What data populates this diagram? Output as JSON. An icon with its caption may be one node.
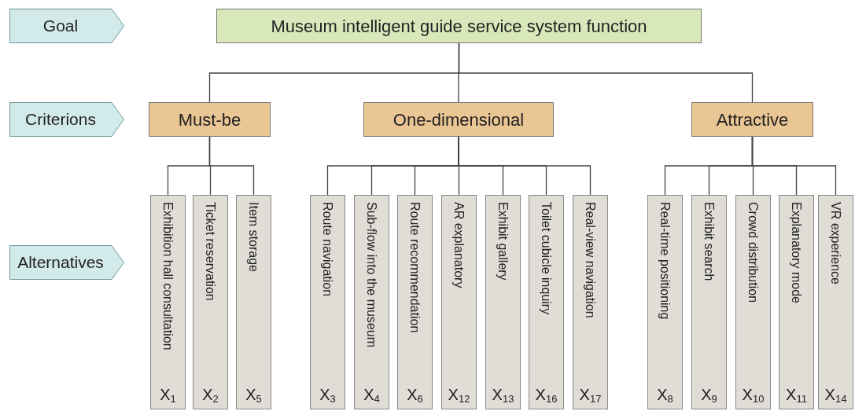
{
  "diagram": {
    "nodes": [
      {
        "text": [
          "Goal"
        ]
      },
      {
        "text": [
          "Criterions"
        ]
      },
      {
        "text": [
          "Alternatives"
        ]
      },
      {
        "text": [
          "Museum intelligent guide service system function"
        ]
      },
      {
        "text": [
          "Must-be"
        ]
      },
      {
        "text": [
          "One-dimensional"
        ]
      },
      {
        "text": [
          "Attractive"
        ]
      },
      {
        "text": [
          "Exhibition hall consultation",
          "X$_{1}$"
        ]
      },
      {
        "text": [
          "Ticket reservation",
          "X$_{2}$"
        ]
      },
      {
        "text": [
          "Item storage",
          "X$_{5}$"
        ]
      },
      {
        "text": [
          "Route navigation",
          "X$_{3}$"
        ]
      },
      {
        "text": [
          "Sub-flow into the museum",
          "X$_{4}$"
        ]
      },
      {
        "text": [
          "Route recommendation",
          "X$_{6}$"
        ]
      },
      {
        "text": [
          "AR explanatory",
          "X$_{12}$"
        ]
      },
      {
        "text": [
          "Exhibit gallery",
          "X$_{13}$"
        ]
      },
      {
        "text": [
          "Toilet cubicle inquiry",
          "X$_{16}$"
        ]
      },
      {
        "text": [
          "Real-view navigation",
          "X$_{17}$"
        ]
      },
      {
        "text": [
          "Real-time positioning",
          "X$_{8}$"
        ]
      },
      {
        "text": [
          "Exhibit search",
          "X$_{9}$"
        ]
      },
      {
        "text": [
          "Crowd distribution",
          "X$_{10}$"
        ]
      },
      {
        "text": [
          "Explanatory mode",
          "X$_{11}$"
        ]
      },
      {
        "text": [
          "VR experience",
          "X$_{14}$"
        ]
      }
    ],
    "edges": [
      {
        "from": 3,
        "to": 4,
        "arrow": "none"
      },
      {
        "from": 3,
        "to": 5,
        "arrow": "none"
      },
      {
        "from": 3,
        "to": 6,
        "arrow": "none"
      },
      {
        "from": 4,
        "to": 7,
        "arrow": "none"
      },
      {
        "from": 4,
        "to": 8,
        "arrow": "none"
      },
      {
        "from": 4,
        "to": 9,
        "arrow": "none"
      },
      {
        "from": 5,
        "to": 10,
        "arrow": "none"
      },
      {
        "from": 5,
        "to": 11,
        "arrow": "none"
      },
      {
        "from": 5,
        "to": 12,
        "arrow": "none"
      },
      {
        "from": 5,
        "to": 13,
        "arrow": "none"
      },
      {
        "from": 5,
        "to": 14,
        "arrow": "none"
      },
      {
        "from": 5,
        "to": 15,
        "arrow": "none"
      },
      {
        "from": 5,
        "to": 16,
        "arrow": "none"
      },
      {
        "from": 6,
        "to": 17,
        "arrow": "none"
      },
      {
        "from": 6,
        "to": 18,
        "arrow": "none"
      },
      {
        "from": 6,
        "to": 19,
        "arrow": "none"
      },
      {
        "from": 6,
        "to": 20,
        "arrow": "none"
      },
      {
        "from": 6,
        "to": 21,
        "arrow": "none"
      }
    ]
  }
}
